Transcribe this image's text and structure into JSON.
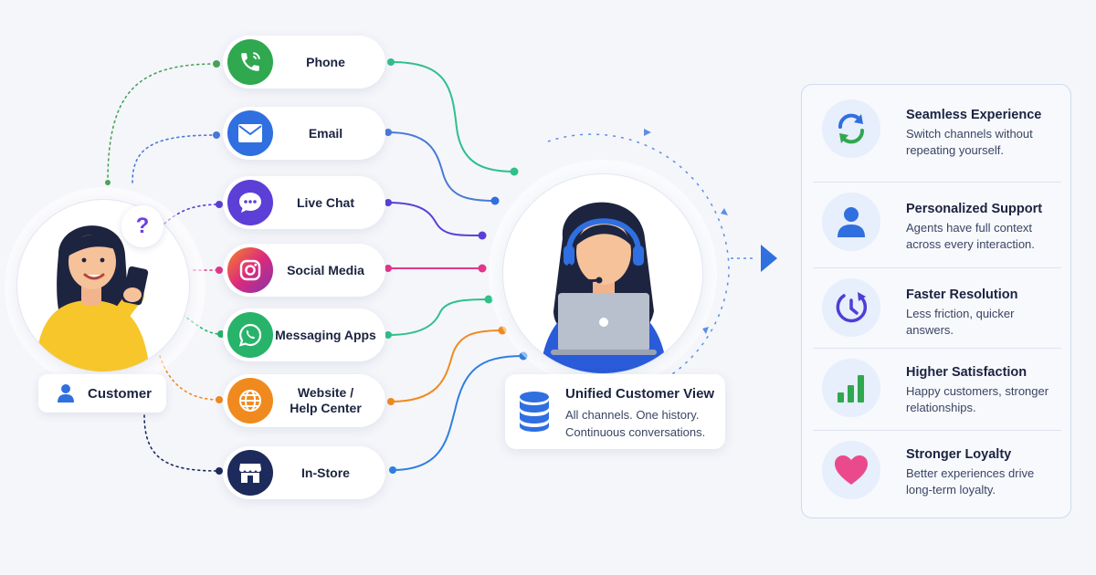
{
  "customer": {
    "label": "Customer",
    "question_mark": "?"
  },
  "channels": [
    {
      "label": "Phone",
      "icon": "phone-icon",
      "color": "#2fa84f"
    },
    {
      "label": "Email",
      "icon": "envelope-icon",
      "color": "#2f6fe0"
    },
    {
      "label": "Live Chat",
      "icon": "chat-bubble-icon",
      "color": "#5b3fd6"
    },
    {
      "label": "Social Media",
      "icon": "instagram-icon",
      "color": "#e0378a"
    },
    {
      "label": "Messaging Apps",
      "icon": "whatsapp-icon",
      "color": "#27b36a"
    },
    {
      "label": "Website /\nHelp Center",
      "icon": "globe-icon",
      "color": "#f08a1e"
    },
    {
      "label": "In-Store",
      "icon": "storefront-icon",
      "color": "#1d2a5c"
    }
  ],
  "unified_view": {
    "title": "Unified Customer View",
    "subtitle_line1": "All channels. One history.",
    "subtitle_line2": "Continuous conversations."
  },
  "benefits": [
    {
      "title": "Seamless Experience",
      "desc": "Switch channels without repeating yourself.",
      "icon": "sync-arrows-icon"
    },
    {
      "title": "Personalized Support",
      "desc": "Agents have full context across every interaction.",
      "icon": "user-icon"
    },
    {
      "title": "Faster Resolution",
      "desc": "Less friction, quicker answers.",
      "icon": "clock-icon"
    },
    {
      "title": "Higher Satisfaction",
      "desc": "Happy customers, stronger relationships.",
      "icon": "bar-chart-icon"
    },
    {
      "title": "Stronger Loyalty",
      "desc": "Better experiences drive long-term loyalty.",
      "icon": "heart-icon"
    }
  ],
  "colors": {
    "accent_blue": "#2f6fe0",
    "navy": "#1b2340",
    "background": "#f5f6fa"
  }
}
